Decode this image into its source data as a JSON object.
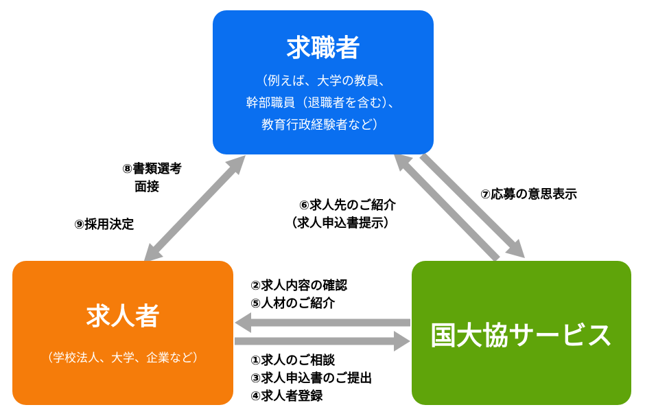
{
  "boxes": {
    "jobseeker": {
      "title": "求職者",
      "subtitle": "（例えば、大学の教員、\n幹部職員（退職者を含む）、\n教育行政経験者など）",
      "color": "#0a6ff0"
    },
    "employer": {
      "title": "求人者",
      "subtitle": "（学校法人、大学、企業など）",
      "color": "#f57c0a"
    },
    "service": {
      "title": "国大協サービス",
      "color": "#5fa40a"
    }
  },
  "labels": {
    "step8": "⑧書類選考\n　面接",
    "step9": "⑨採用決定",
    "step6": "⑥求人先のご紹介\n（求人申込書提示）",
    "step7": "⑦応募の意思表示",
    "steps25": "②求人内容の確認\n⑤人材のご紹介",
    "steps134": "①求人のご相談\n③求人申込書のご提出\n④求人者登録"
  },
  "arrow_color": "#a6a6a6"
}
